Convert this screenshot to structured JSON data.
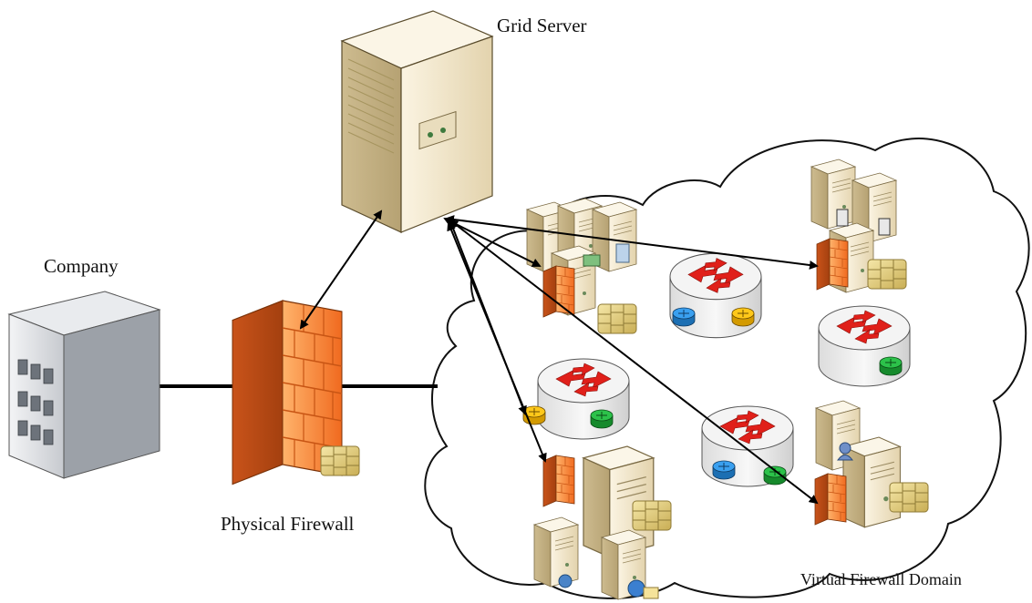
{
  "labels": {
    "grid_server": "Grid Server",
    "company": "Company",
    "physical_firewall": "Physical Firewall",
    "virtual_domain": "Virtual Firewall Domain"
  },
  "colors": {
    "firewall": "#f07a2e",
    "router_arrow": "#e0201a",
    "router_port_blue": "#2a8fe0",
    "router_port_yellow": "#f5b800",
    "router_port_green": "#1fa33a",
    "server": "#eee2c4",
    "building": "#c9ccd0",
    "chip": "#e6d28a"
  }
}
